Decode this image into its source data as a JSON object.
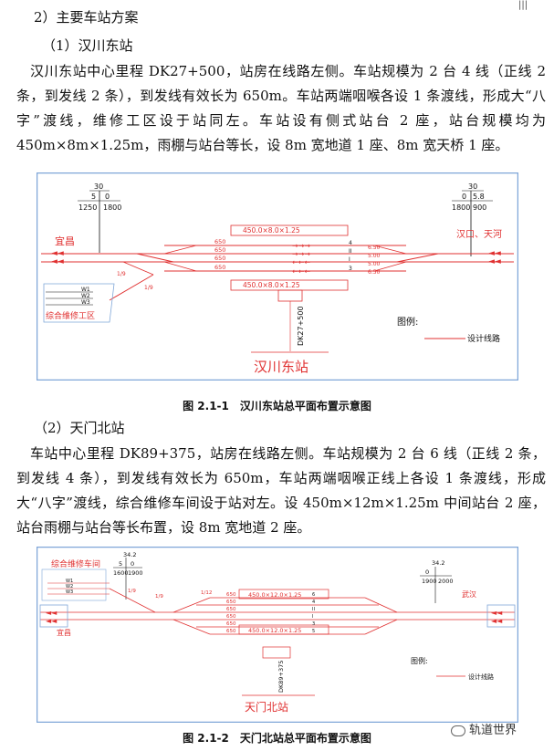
{
  "section_title": "2）主要车站方案",
  "station1": {
    "heading": "（1）汉川东站",
    "paragraph": "汉川东站中心里程 DK27+500，站房在线路左侧。车站规模为 2 台 4 线（正线 2 条，到发线 2 条），到发线有效长为 650m。车站两端咽喉各设 1 条渡线，形成大“八字”渡线，维修工区设于站同左。车站设有侧式站台 2 座，站台规模均为 450m×8m×1.25m，雨棚与站台等长，设 8m 宽地道 1 座、8m 宽天桥 1 座。",
    "figure": {
      "left_signal": {
        "top": "30",
        "mid_left": "5",
        "mid_right": "0",
        "bottom_left": "1250",
        "bottom_right": "1800"
      },
      "right_signal": {
        "top": "30",
        "mid_left": "0",
        "mid_right": "5.8",
        "bottom_left": "1800",
        "bottom_right": "900"
      },
      "platform_label": "450.0×8.0×1.25",
      "left_direction": "宜昌",
      "right_direction": "汉口、天河",
      "track_lengths": [
        "650",
        "650",
        "650",
        "650"
      ],
      "track_numbers": [
        "4",
        "II",
        "I",
        "3"
      ],
      "right_offsets": [
        "6.50",
        "5.00",
        "5.00",
        "6.50"
      ],
      "depot_tracks": [
        "W1",
        "W2",
        "W3"
      ],
      "switch_labels": [
        "1/9",
        "1/9"
      ],
      "depot_label": "综合维修工区",
      "mileage": "DK27+500",
      "station_name": "汉川东站",
      "legend_title": "图例:",
      "legend_item": "设计线路"
    },
    "caption": "图 2.1-1　汉川东站总平面布置示意图"
  },
  "station2": {
    "heading": "（2）天门北站",
    "paragraph": "车站中心里程 DK89+375，站房在线路左侧。车站规模为 2 台 6 线（正线 2 条，到发线 4 条），到发线有效长为 650m，车站两端咽喉正线上各设 1 条渡线，形成大“八字”渡线，综合维修车间设于站对左。设 450m×12m×1.25m 中间站台 2 座，站台雨棚与站台等长布置，设 8m 宽地道 2 座。",
    "figure": {
      "left_signal": {
        "top": "34.2",
        "mid_left": "5",
        "mid_right": "0",
        "bottom_left": "1600",
        "bottom_right": "1900"
      },
      "right_signal": {
        "top": "34.2",
        "mid_left": "0",
        "mid_right": "",
        "bottom_left": "1900",
        "bottom_right": "2000"
      },
      "platform_label": "450.0×12.0×1.25",
      "depot_label": "综合维修车间",
      "left_direction": "宜昌",
      "right_direction": "武汉",
      "track_lengths": [
        "650",
        "650",
        "650",
        "650",
        "650",
        "650"
      ],
      "track_numbers": [
        "6",
        "4",
        "II",
        "I",
        "3",
        "5"
      ],
      "depot_tracks": [
        "W1",
        "W2",
        "W3"
      ],
      "switch_labels": [
        "1/9",
        "1/9",
        "1/12"
      ],
      "mileage": "DK89+375",
      "station_name": "天门北站",
      "legend_title": "图例:",
      "legend_item": "设计线路"
    },
    "caption": "图 2.1-2　天门北站总平面布置示意图"
  },
  "watermark": "轨道世界",
  "colors": {
    "red": "#e03030",
    "frame": "#7fa6d8",
    "text": "#111111"
  }
}
